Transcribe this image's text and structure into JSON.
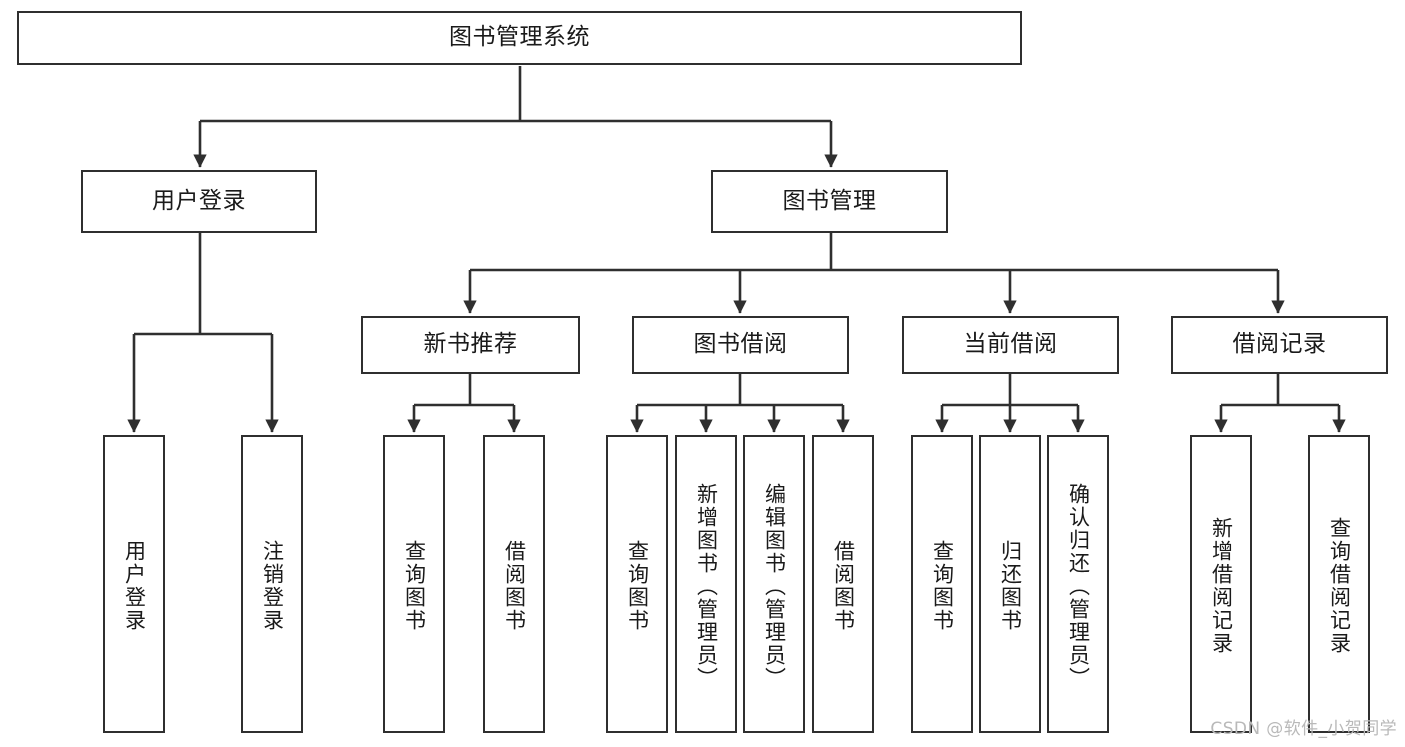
{
  "diagram": {
    "title": "图书管理系统",
    "watermark": "CSDN @软件_小贺同学",
    "colors": {
      "box_border": "#2f2f2f",
      "box_fill": "#ffffff",
      "edge": "#2f2f2f",
      "text": "#1a1a1a",
      "watermark": "#b9b9b9",
      "background": "#ffffff"
    },
    "levels": {
      "root": "图书管理系统",
      "level2": [
        "用户登录",
        "图书管理"
      ],
      "level3": [
        "新书推荐",
        "图书借阅",
        "当前借阅",
        "借阅记录"
      ]
    },
    "nodes": {
      "root": {
        "label": "图书管理系统"
      },
      "user_login": {
        "label": "用户登录"
      },
      "book_manage": {
        "label": "图书管理"
      },
      "new_book_rec": {
        "label": "新书推荐"
      },
      "book_borrow": {
        "label": "图书借阅"
      },
      "current_borrow": {
        "label": "当前借阅"
      },
      "borrow_record": {
        "label": "借阅记录"
      },
      "leaf_user_login": {
        "label": "用户登录"
      },
      "leaf_logout": {
        "label": "注销登录"
      },
      "leaf_query_book_1": {
        "label": "查询图书"
      },
      "leaf_borrow_book_1": {
        "label": "借阅图书"
      },
      "leaf_query_book_2": {
        "label": "查询图书"
      },
      "leaf_add_book": {
        "label": "新增图书（管理员）"
      },
      "leaf_edit_book": {
        "label": "编辑图书（管理员）"
      },
      "leaf_borrow_book_2": {
        "label": "借阅图书"
      },
      "leaf_query_book_3": {
        "label": "查询图书"
      },
      "leaf_return_book": {
        "label": "归还图书"
      },
      "leaf_confirm_return": {
        "label": "确认归还（管理员）"
      },
      "leaf_add_record": {
        "label": "新增借阅记录"
      },
      "leaf_query_record": {
        "label": "查询借阅记录"
      }
    },
    "edges": [
      {
        "from": "root",
        "to": "user_login"
      },
      {
        "from": "root",
        "to": "book_manage"
      },
      {
        "from": "user_login",
        "to": "leaf_user_login"
      },
      {
        "from": "user_login",
        "to": "leaf_logout"
      },
      {
        "from": "book_manage",
        "to": "new_book_rec"
      },
      {
        "from": "book_manage",
        "to": "book_borrow"
      },
      {
        "from": "book_manage",
        "to": "current_borrow"
      },
      {
        "from": "book_manage",
        "to": "borrow_record"
      },
      {
        "from": "new_book_rec",
        "to": "leaf_query_book_1"
      },
      {
        "from": "new_book_rec",
        "to": "leaf_borrow_book_1"
      },
      {
        "from": "book_borrow",
        "to": "leaf_query_book_2"
      },
      {
        "from": "book_borrow",
        "to": "leaf_add_book"
      },
      {
        "from": "book_borrow",
        "to": "leaf_edit_book"
      },
      {
        "from": "book_borrow",
        "to": "leaf_borrow_book_2"
      },
      {
        "from": "current_borrow",
        "to": "leaf_query_book_3"
      },
      {
        "from": "current_borrow",
        "to": "leaf_return_book"
      },
      {
        "from": "current_borrow",
        "to": "leaf_confirm_return"
      },
      {
        "from": "borrow_record",
        "to": "leaf_add_record"
      },
      {
        "from": "borrow_record",
        "to": "leaf_query_record"
      }
    ]
  }
}
